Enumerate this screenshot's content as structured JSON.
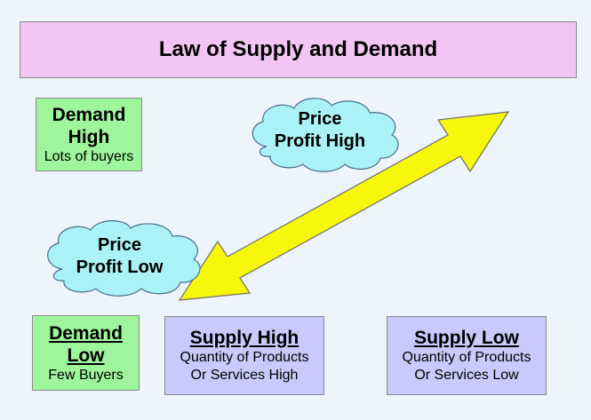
{
  "title": "Law of Supply and Demand",
  "demand_high": {
    "heading": "Demand",
    "heading2": "High",
    "detail": "Lots of buyers"
  },
  "demand_low": {
    "heading": "Demand",
    "heading2": "Low",
    "detail": "Few Buyers"
  },
  "supply_high": {
    "heading": "Supply High",
    "line1": "Quantity of Products",
    "line2": "Or Services High"
  },
  "supply_low": {
    "heading": "Supply Low",
    "line1": "Quantity of Products",
    "line2": "Or Services Low"
  },
  "cloud_high": {
    "line1": "Price",
    "line2": "Profit High"
  },
  "cloud_low": {
    "line1": "Price",
    "line2": "Profit Low"
  },
  "colors": {
    "background": "#eef4fb",
    "title_fill": "#f2c5f3",
    "demand_fill": "#9ef59c",
    "supply_fill": "#c9c9fb",
    "cloud_fill": "#aaf2f5",
    "arrow_fill": "#f7f70b"
  }
}
